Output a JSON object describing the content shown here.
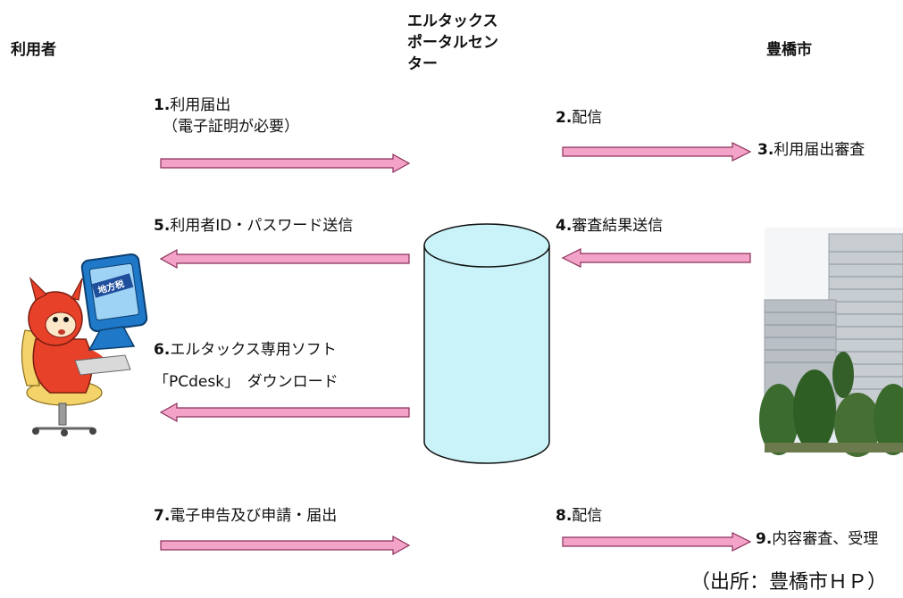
{
  "headers": {
    "user": "利用者",
    "center_lines": [
      "エルタックス",
      "ポータルセン",
      "ター"
    ],
    "city": "豊橋市"
  },
  "steps": [
    {
      "num": "1.",
      "lines": [
        "利用届出",
        "（電子証明が必要）"
      ]
    },
    {
      "num": "2.",
      "lines": [
        "配信"
      ]
    },
    {
      "num": "3.",
      "lines": [
        "利用届出審査"
      ]
    },
    {
      "num": "4.",
      "lines": [
        "審査結果送信"
      ]
    },
    {
      "num": "5.",
      "lines": [
        "利用者ID・パスワード送信"
      ]
    },
    {
      "num": "6.",
      "lines": [
        "エルタックス専用ソフト",
        "「PCdesk」　ダウンロード"
      ]
    },
    {
      "num": "7.",
      "lines": [
        "電子申告及び申請・届出"
      ]
    },
    {
      "num": "8.",
      "lines": [
        "配信"
      ]
    },
    {
      "num": "9.",
      "lines": [
        "内容審査、受理"
      ]
    }
  ],
  "monitor_label": "地方税",
  "source": "（出所：豊橋市ＨＰ）",
  "colors": {
    "arrow_fill": "#f4a3c8",
    "arrow_stroke": "#8a2f5a",
    "cylinder_fill": "#c9f3f8",
    "cylinder_stroke": "#111111"
  }
}
